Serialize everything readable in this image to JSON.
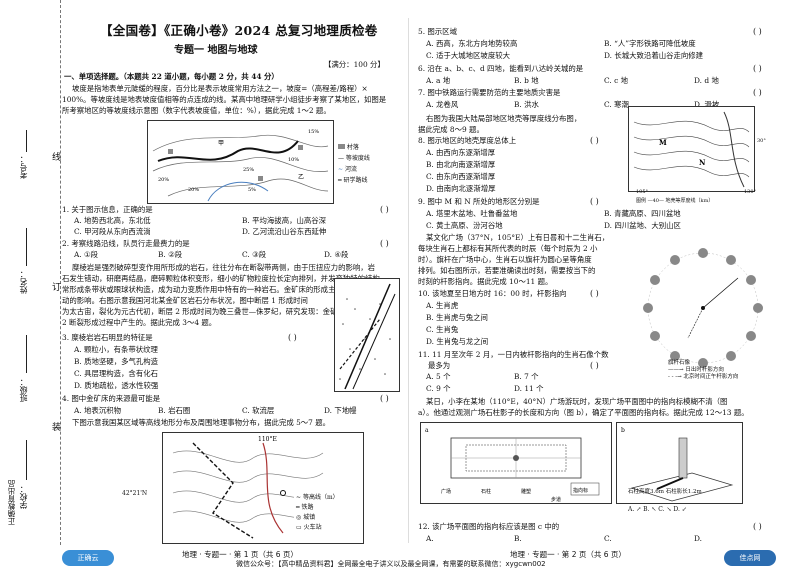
{
  "header": {
    "title": "【全国卷】《正确小卷》2024 总复习地理质检卷",
    "subtitle": "专题一  地图与地球",
    "score": "【满分：100 分】"
  },
  "sidebar": {
    "labels": [
      "考号：",
      "姓名：",
      "班级：",
      "学校：",
      "正确教育出品"
    ],
    "words": [
      "线",
      "订",
      "装"
    ]
  },
  "section1": {
    "heading": "一、单项选择题。（本题共 22 道小题，每小题 2 分，共 44 分）",
    "intro": [
      "坡度是指地表单元陡缓的程度，百分比是表示坡度常用方法之一，坡度=（高程差/路程）×",
      "100%。等坡度线是地表坡度值相等的点连成的线。某高中地理研学小组徒步考察了某地区，如图是",
      "所考察地区的等坡度线示意图（数字代表坡度值，单位：%），据此完成 1～2 题。"
    ],
    "map1_labels": [
      "村落",
      "等坡度线",
      "河流",
      "研学路线",
      "甲",
      "乙",
      "15%",
      "10%",
      "20%",
      "25%",
      "20%",
      "5%",
      "5%",
      "10%"
    ],
    "q1": "1. 关于图示信息，正确的是",
    "q1_opts": [
      "A. 地势西北高，东北低",
      "B. 平均海拔高，山高谷深",
      "C. 甲河段从东向西流淌",
      "D. 乙河流沿山谷东西延伸"
    ],
    "q2": "2. 考察线路沿线，队员行走最费力的是",
    "q2_opts": [
      "A. ①段",
      "B. ②段",
      "C. ③段",
      "D. ④段"
    ],
    "intro2": [
      "糜棱岩是强烈破碎型变作用所形成的岩石，往往分布在断裂带两侧，由于压扭应力的影响，岩",
      "石发生错动，研磨再结晶，磨碎颗粒体积变形，细小的矿物粒度拉长定向排列，并发育独特的结构，",
      "常形成条带状或眼球状构造，成为动力变质作用中特有的一种岩石。金矿床的形成主要受到地壳运",
      "动的影响。右图示意我国河北某金矿区岩石分布状况，图中断层 1 形成时间",
      "为太古宙，裂化为元古代初，断层 2 形成时间为晚三叠世—侏罗纪，研究发现：金矿是断层",
      "2 断裂形成过程中产生的。据此完成 3～4 题。"
    ],
    "q3": "3. 糜棱岩岩石明显的特征是",
    "q3_opts": [
      "A. 颗粒小，有条带状纹理",
      "B. 质地坚硬，多气孔构造",
      "C. 具层理构造，含有化石",
      "D. 质地疏松，透水性较强"
    ],
    "q4": "4. 图中金矿床的来源最可能是",
    "q4_opts": [
      "A. 地表沉积物",
      "B. 岩石圈",
      "C. 软流层",
      "D. 下地幔"
    ],
    "intro3": "下图示意我国某区域等高线地形分布及周围地理事物分布，据此完成 5～7 题。",
    "map3_labels": [
      "110°E",
      "42°21'N",
      "等高线（m）",
      "铁路",
      "城镇",
      "火车站"
    ]
  },
  "section2": {
    "q5": "5. 图示区域",
    "q5_opts": [
      "A. 西高，东北方向地势较高",
      "B. “人”字形铁路可降低坡度",
      "C. 适于大城地区坡度较大",
      "D. 长城大致沿着山谷走向修建"
    ],
    "q6": "6. 沿在 a、b、c、d 四地，能看到八达岭关城的是",
    "q6_opts": [
      "A. a 地",
      "B. b 地",
      "C. c 地",
      "D. d 地"
    ],
    "q7": "7. 图中铁路运行需要防范的主要地质灾害是",
    "q7_opts": [
      "A. 龙卷风",
      "B. 洪水",
      "C. 寒潮",
      "D. 滑坡"
    ],
    "intro4": [
      "右图为我国大陆局部地区地壳等厚度线分布图，",
      "据此完成 8～9 题。"
    ],
    "q8": "8. 图示地区的地壳厚度总体上",
    "q8_opts": [
      "A. 由西向东逐渐增厚",
      "B. 由北向南逐渐增厚",
      "C. 由东向西逐渐增厚",
      "D. 由南向北逐渐增厚"
    ],
    "q9": "9. 图中 M 和 N 所处的地形区分别是",
    "q9_opts": [
      "A. 塔里木盆地、吐鲁番盆地",
      "B. 青藏高原、四川盆地",
      "C. 黄土高原、汾河谷地",
      "D. 四川盆地、大别山区"
    ],
    "map4_labels": [
      "M",
      "N",
      "30°",
      "105°",
      "130°",
      "图例 —40— 地壳等厚度线（km）"
    ],
    "intro5": [
      "某文化广场（37°N，105°E）上有日晷和十二生肖石，",
      "每块生肖石上都标有其所代表的时辰（每个时辰为 2 小",
      "时）。旗杆在广场中心，生肖石以旗杆为圆心呈等角度",
      "排列。如右图所示，若要准确读出时刻，需要按当下的",
      "时刻的杆影指向。据此完成 10～11 题。"
    ],
    "q10": "10. 该地夏至日地方时 16：00 时，杆影指向",
    "q10_opts": [
      "A. 生肖虎",
      "B. 生肖虎与兔之间",
      "C. 生肖兔",
      "D. 生肖兔与龙之间"
    ],
    "q11": "11. 11 月至次年 2 月，一日内被杆影指向的生肖石像个数",
    "q11b": "最多为",
    "q11_opts": [
      "A. 5 个",
      "B. 7 个",
      "C. 9 个",
      "D. 11 个"
    ],
    "clock_legend": [
      "旗杆石像",
      "——→ 日出时杆影方向",
      "- - -→ 北京时间正午杆影方向"
    ],
    "intro6": [
      "某日，小李在某地（110°E，40°N）广场游玩时，发现广场平面图中的指向标模糊不清（图",
      "a）。他通过观测广场石柱影子的长度和方向（图 b），确定了平面图的指向标。据此完成 12～13 题。"
    ],
    "figs_caption": [
      "a",
      "b",
      "石柱高度3.6m 石柱影长1.2m",
      "雕塑",
      "石柱",
      "广场",
      "指向标",
      "步道"
    ],
    "q12": "12. 该广场平面图的指向标应该是图 c 中的",
    "q12_opts": [
      "A.",
      "B.",
      "C.",
      "D."
    ]
  },
  "footer": {
    "left_page": "地理 · 专题一 · 第 1 页（共 6 页）",
    "right_page": "地理 · 专题一 · 第 2 页（共 6 页）",
    "notice": "微信公众号：【高中精品资料君】全网最全电子讲义以及最全网课，有需要的联系微信：xygcwn002",
    "logo_left": "正确云",
    "logo_right": "佳点网"
  },
  "colors": {
    "text": "#111111",
    "line": "#333333",
    "logo_left": "#3a8fd6",
    "logo_right": "#2b6cb0"
  }
}
